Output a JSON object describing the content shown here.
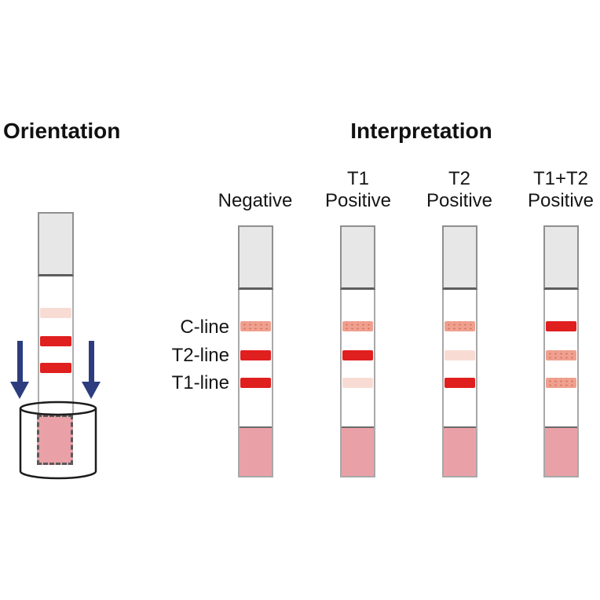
{
  "titles": {
    "orientation": "Orientation",
    "interpretation": "Interpretation"
  },
  "interpretation": {
    "line_labels": [
      "C-line",
      "T2-line",
      "T1-line"
    ],
    "columns": [
      {
        "label_line1": "",
        "label_line2": "Negative",
        "bands": {
          "c": "salmon",
          "t2": "red",
          "t1": "red"
        }
      },
      {
        "label_line1": "T1",
        "label_line2": "Positive",
        "bands": {
          "c": "salmon",
          "t2": "red",
          "t1": "pale"
        }
      },
      {
        "label_line1": "T2",
        "label_line2": "Positive",
        "bands": {
          "c": "salmon",
          "t2": "pale",
          "t1": "red"
        }
      },
      {
        "label_line1": "T1+T2",
        "label_line2": "Positive",
        "bands": {
          "c": "red",
          "t2": "salmon",
          "t1": "salmon"
        }
      }
    ]
  },
  "orientation": {
    "strip_bands": {
      "c": "pale",
      "t2": "red",
      "t1": "red"
    }
  },
  "colors": {
    "red": "#e01f1f",
    "salmon": "#efa08e",
    "pale": "#f8dcd4",
    "pad": "#e9a1a7",
    "navy": "#2c3c7e",
    "cap": "#e7e7e7",
    "outline": "#1c1c1c"
  }
}
